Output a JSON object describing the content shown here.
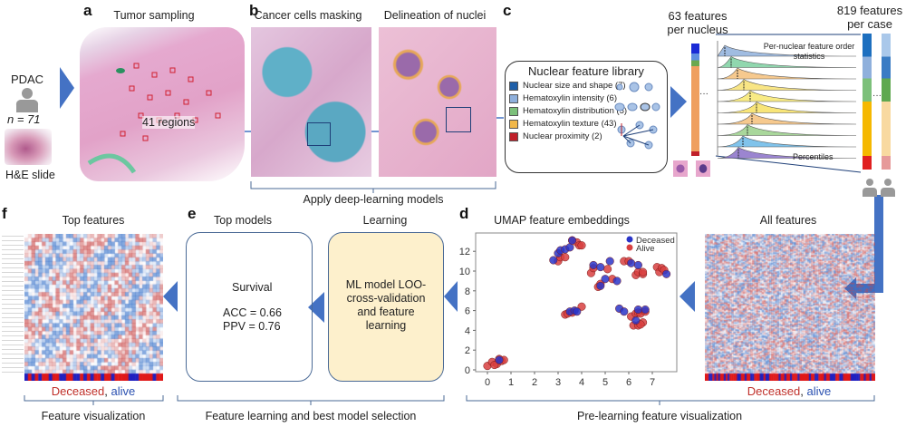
{
  "panels": {
    "a": "a",
    "b": "b",
    "c": "c",
    "d": "d",
    "e": "e",
    "f": "f"
  },
  "input": {
    "cohort": "PDAC",
    "n_label": "n = 71",
    "slide_label": "H&E slide"
  },
  "panel_a": {
    "title": "Tumor sampling",
    "regions_label": "41 regions"
  },
  "panel_b": {
    "masking_title": "Cancer cells masking",
    "delineation_title": "Delineation of nuclei",
    "caption": "Apply deep-learning models"
  },
  "panel_c": {
    "library_title": "Nuclear feature library",
    "library_items": [
      {
        "label": "Nuclear size and shape (7)",
        "color": "#1f5fa8"
      },
      {
        "label": "Hematoxylin intensity (6)",
        "color": "#8fb0dc"
      },
      {
        "label": "Hematoxylin distribution (5)",
        "color": "#7cc07a"
      },
      {
        "label": "Hematoxylin texture (43)",
        "color": "#f2b84a"
      },
      {
        "label": "Nuclear proximity (2)",
        "color": "#c0202a"
      }
    ],
    "per_nucleus_label": "63 features per nucleus",
    "per_case_label": "819 features per case",
    "order_stats_label": "Per-nuclear feature order statistics",
    "percentiles_label": "Percentiles",
    "ellipsis": "···"
  },
  "panel_d": {
    "title": "UMAP feature embeddings",
    "all_features_title": "All features",
    "heatmap_legend_deceased": "Deceased",
    "heatmap_legend_sep": ",",
    "heatmap_legend_alive": "alive",
    "caption": "Pre-learning feature visualization"
  },
  "panel_e": {
    "top_models_title": "Top models",
    "learning_title": "Learning",
    "model_label": "Survival",
    "acc": "ACC = 0.66",
    "ppv": "PPV = 0.76",
    "learning_text": "ML model LOO-cross-validation and feature learning",
    "caption": "Feature learning and best model selection"
  },
  "panel_f": {
    "title": "Top features",
    "legend_deceased": "Deceased",
    "legend_sep": ",",
    "legend_alive": "alive",
    "caption": "Feature visualization"
  },
  "colors": {
    "deceased": "#2a35c8",
    "alive": "#d84040",
    "arrow": "#4472c4",
    "learning_box": "#fdf0cc"
  },
  "chart_data": {
    "type": "scatter",
    "title": "UMAP feature embeddings",
    "xlabel": "",
    "ylabel": "",
    "xlim": [
      -0.3,
      7.9
    ],
    "ylim": [
      -0.5,
      13.8
    ],
    "xticks": [
      0,
      1,
      2,
      3,
      4,
      5,
      6,
      7
    ],
    "yticks": [
      0,
      2,
      4,
      6,
      8,
      10,
      12
    ],
    "legend": "top-right",
    "series": [
      {
        "name": "Deceased",
        "color": "#2a35c8",
        "points": [
          [
            2.8,
            11.1
          ],
          [
            3.0,
            11.8
          ],
          [
            3.1,
            12.1
          ],
          [
            3.3,
            12.2
          ],
          [
            3.5,
            12.4
          ],
          [
            3.6,
            13.1
          ],
          [
            4.5,
            10.6
          ],
          [
            4.8,
            10.4
          ],
          [
            4.8,
            8.5
          ],
          [
            5.0,
            9.2
          ],
          [
            5.2,
            11.0
          ],
          [
            5.5,
            9.0
          ],
          [
            6.1,
            10.8
          ],
          [
            6.4,
            10.6
          ],
          [
            7.6,
            9.7
          ],
          [
            3.5,
            5.9
          ],
          [
            3.7,
            6.0
          ],
          [
            3.8,
            5.9
          ],
          [
            5.6,
            6.2
          ],
          [
            5.8,
            5.9
          ],
          [
            6.4,
            6.1
          ],
          [
            6.7,
            6.1
          ],
          [
            6.3,
            5.0
          ],
          [
            0.5,
            1.0
          ]
        ]
      },
      {
        "name": "Alive",
        "color": "#d84040",
        "points": [
          [
            3.0,
            11.0
          ],
          [
            3.1,
            11.4
          ],
          [
            3.3,
            11.4
          ],
          [
            3.6,
            13.1
          ],
          [
            3.8,
            12.9
          ],
          [
            3.9,
            12.6
          ],
          [
            4.0,
            12.6
          ],
          [
            4.4,
            9.8
          ],
          [
            4.5,
            10.3
          ],
          [
            4.7,
            8.4
          ],
          [
            4.8,
            8.7
          ],
          [
            5.1,
            10.2
          ],
          [
            5.3,
            9.2
          ],
          [
            5.8,
            11.0
          ],
          [
            6.0,
            11.0
          ],
          [
            6.3,
            9.6
          ],
          [
            6.4,
            9.9
          ],
          [
            6.6,
            9.7
          ],
          [
            6.6,
            9.9
          ],
          [
            7.2,
            10.4
          ],
          [
            7.3,
            9.9
          ],
          [
            7.4,
            10.3
          ],
          [
            7.5,
            10.1
          ],
          [
            3.3,
            5.6
          ],
          [
            3.4,
            5.7
          ],
          [
            3.6,
            5.8
          ],
          [
            4.0,
            6.4
          ],
          [
            6.1,
            5.4
          ],
          [
            6.2,
            4.5
          ],
          [
            6.4,
            4.5
          ],
          [
            6.3,
            5.7
          ],
          [
            6.4,
            5.8
          ],
          [
            6.5,
            5.7
          ],
          [
            6.6,
            4.8
          ],
          [
            6.5,
            4.6
          ],
          [
            6.7,
            5.9
          ],
          [
            0.0,
            0.4
          ],
          [
            0.2,
            0.8
          ],
          [
            0.4,
            0.6
          ],
          [
            0.5,
            1.1
          ],
          [
            0.6,
            0.9
          ],
          [
            0.3,
            0.5
          ],
          [
            0.7,
            1.0
          ]
        ]
      }
    ]
  }
}
